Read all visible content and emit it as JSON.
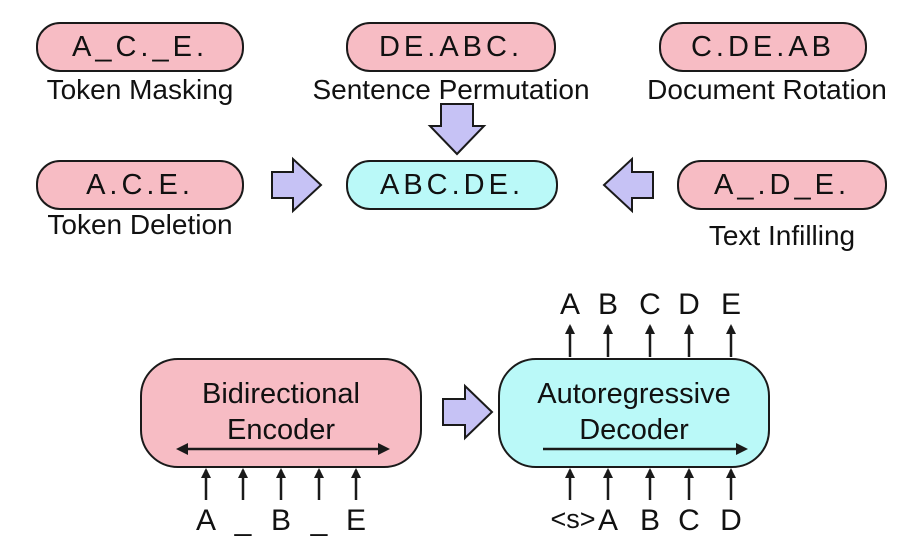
{
  "transforms": [
    {
      "id": "token-masking",
      "sequence": "A_C._E.",
      "label": "Token Masking"
    },
    {
      "id": "sentence-permutation",
      "sequence": "DE.ABC.",
      "label": "Sentence Permutation"
    },
    {
      "id": "document-rotation",
      "sequence": "C.DE.AB",
      "label": "Document Rotation"
    },
    {
      "id": "token-deletion",
      "sequence": "A.C.E.",
      "label": "Token Deletion"
    },
    {
      "id": "text-infilling",
      "sequence": "A_.D_E.",
      "label": "Text Infilling"
    }
  ],
  "original": {
    "sequence": "ABC.DE."
  },
  "encoder": {
    "line1": "Bidirectional",
    "line2": "Encoder",
    "inputs": [
      "A",
      "_",
      "B",
      "_",
      "E"
    ]
  },
  "decoder": {
    "line1": "Autoregressive",
    "line2": "Decoder",
    "inputs": [
      "<s>",
      "A",
      "B",
      "C",
      "D"
    ],
    "outputs": [
      "A",
      "B",
      "C",
      "D",
      "E"
    ]
  },
  "colors": {
    "pink": "#f7bcc4",
    "cyan": "#baf9f8",
    "arrow_fill": "#c6c2f5",
    "stroke": "#1a1a1a"
  }
}
